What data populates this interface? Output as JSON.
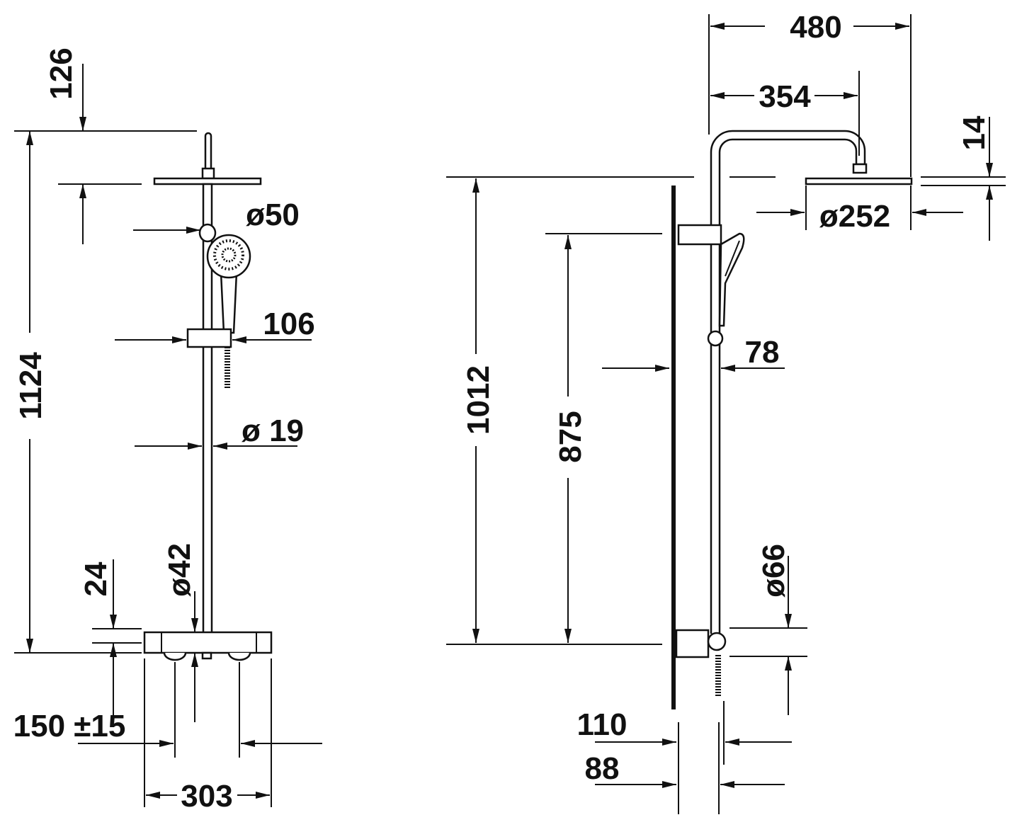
{
  "drawing": {
    "front_view": {
      "dim_top_offset": "126",
      "dim_total_height": "1124",
      "dim_slider_diameter": "ø50",
      "dim_holder_width": "106",
      "dim_rail_diameter": "ø 19",
      "dim_thermostat_diameter": "ø42",
      "dim_outlet_offset": "24",
      "dim_connection_spacing": "150 ±15",
      "dim_thermostat_width": "303"
    },
    "side_view": {
      "dim_total_projection": "480",
      "dim_arm_projection": "354",
      "dim_head_thickness": "14",
      "dim_head_diameter": "ø252",
      "dim_rail_length": "1012",
      "dim_bracket_spacing": "875",
      "dim_rail_wall_distance": "78",
      "dim_thermostat_diameter": "ø66",
      "dim_depth_110": "110",
      "dim_depth_88": "88"
    }
  }
}
